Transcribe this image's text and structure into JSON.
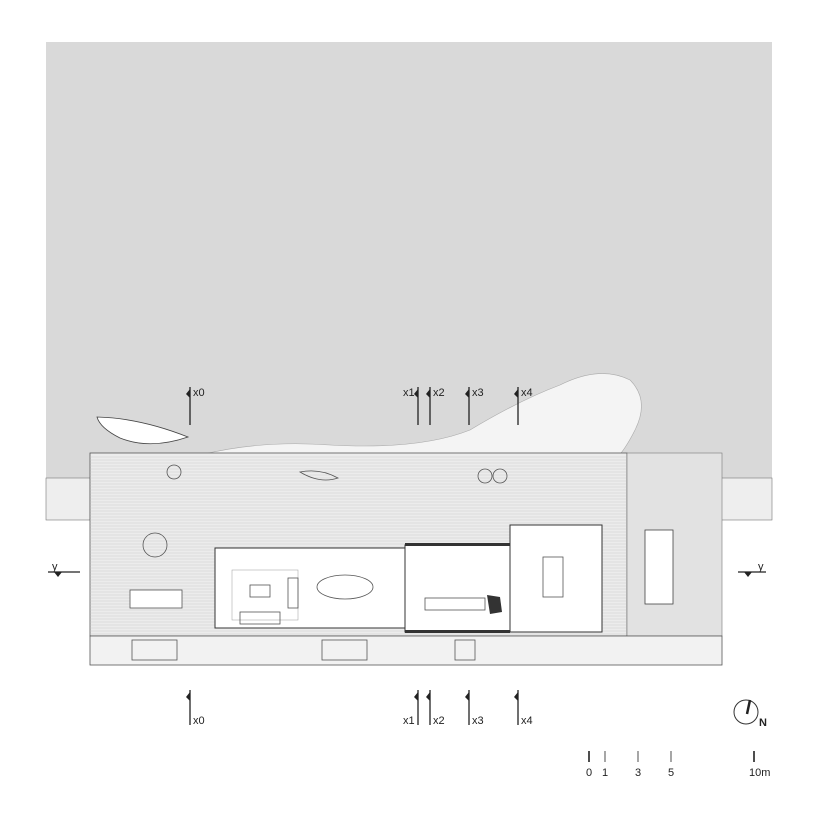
{
  "plan": {
    "colors": {
      "water": "#d9d9d9",
      "deck": "#ececec",
      "interior": "#ffffff",
      "lines": "#555555"
    },
    "section_markers_x": [
      {
        "label": "x0"
      },
      {
        "label": "x1"
      },
      {
        "label": "x2"
      },
      {
        "label": "x3"
      },
      {
        "label": "x4"
      }
    ],
    "section_marker_y": {
      "label": "y"
    },
    "north": {
      "label": "N",
      "icon": "north-arrow-icon"
    },
    "scale_bar": {
      "ticks": [
        "0",
        "1",
        "3",
        "5",
        "10m"
      ]
    }
  }
}
